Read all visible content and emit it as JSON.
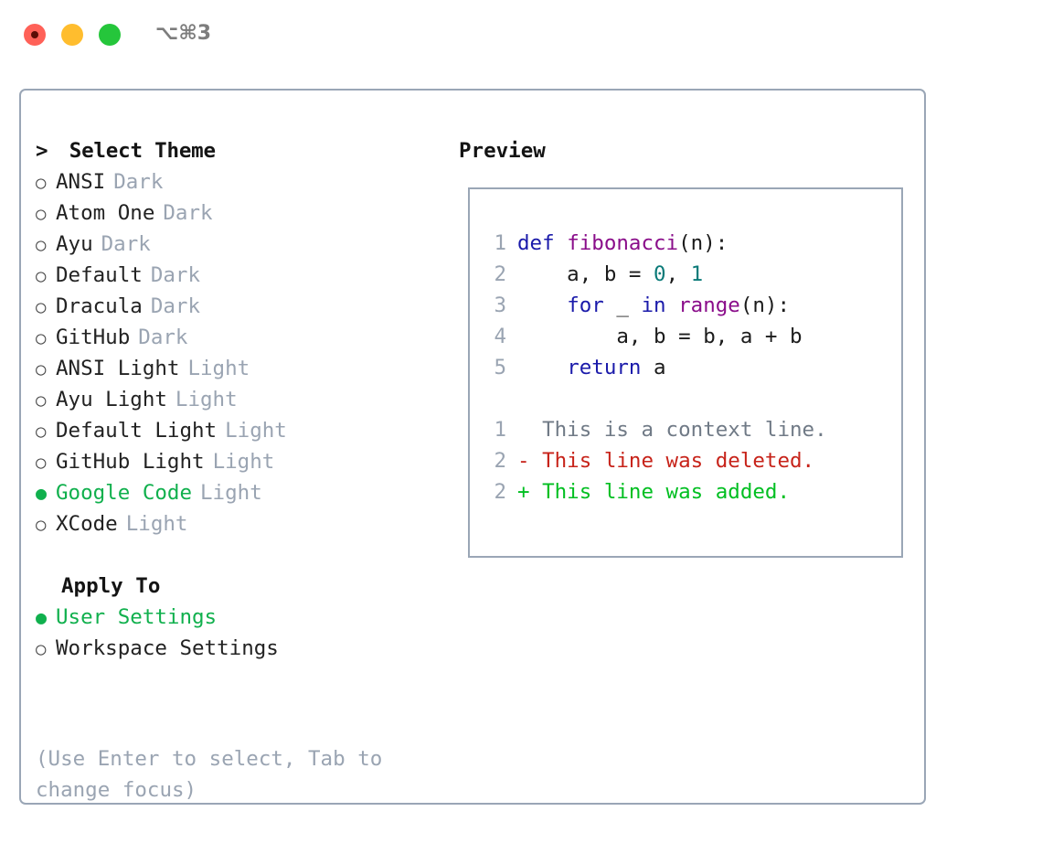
{
  "window": {
    "traffic_lights": [
      "close-red",
      "minimize-yellow",
      "maximize-green"
    ],
    "shortcut_label": "⌥⌘3"
  },
  "colors": {
    "accent_green": "#10b04d",
    "muted_gray": "#9aa4b2",
    "border": "#9aa6b6",
    "text": "#222222",
    "keyword_blue": "#1a1aaa",
    "function_purple": "#8a0d8a",
    "number_teal": "#0a7a78",
    "diff_deleted_red": "#c7231a",
    "diff_added_green": "#00bf21"
  },
  "theme_panel": {
    "caret": ">",
    "title": "Select Theme",
    "bullet_unselected": "○",
    "bullet_selected": "●",
    "items": [
      {
        "name": "ANSI",
        "tag": "Dark",
        "selected": false
      },
      {
        "name": "Atom One",
        "tag": "Dark",
        "selected": false
      },
      {
        "name": "Ayu",
        "tag": "Dark",
        "selected": false
      },
      {
        "name": "Default",
        "tag": "Dark",
        "selected": false
      },
      {
        "name": "Dracula",
        "tag": "Dark",
        "selected": false
      },
      {
        "name": "GitHub",
        "tag": "Dark",
        "selected": false
      },
      {
        "name": "ANSI Light",
        "tag": "Light",
        "selected": false
      },
      {
        "name": "Ayu Light",
        "tag": "Light",
        "selected": false
      },
      {
        "name": "Default Light",
        "tag": "Light",
        "selected": false
      },
      {
        "name": "GitHub Light",
        "tag": "Light",
        "selected": false
      },
      {
        "name": "Google Code",
        "tag": "Light",
        "selected": true
      },
      {
        "name": "XCode",
        "tag": "Light",
        "selected": false
      }
    ]
  },
  "apply_to": {
    "title": "Apply To",
    "options": [
      {
        "name": "User Settings",
        "selected": true
      },
      {
        "name": "Workspace Settings",
        "selected": false
      }
    ]
  },
  "hint": "(Use Enter to select, Tab to change focus)",
  "preview": {
    "title": "Preview",
    "code_lines": [
      {
        "num": "1",
        "tokens": [
          {
            "t": "def ",
            "c": "kw"
          },
          {
            "t": "fibonacci",
            "c": "fn"
          },
          {
            "t": "(n):",
            "c": "plain"
          }
        ]
      },
      {
        "num": "2",
        "tokens": [
          {
            "t": "    a, b = ",
            "c": "plain"
          },
          {
            "t": "0",
            "c": "num"
          },
          {
            "t": ", ",
            "c": "plain"
          },
          {
            "t": "1",
            "c": "num"
          }
        ]
      },
      {
        "num": "3",
        "tokens": [
          {
            "t": "    ",
            "c": "plain"
          },
          {
            "t": "for",
            "c": "kw"
          },
          {
            "t": " _ ",
            "c": "plain"
          },
          {
            "t": "in",
            "c": "kw"
          },
          {
            "t": " ",
            "c": "plain"
          },
          {
            "t": "range",
            "c": "fn"
          },
          {
            "t": "(n):",
            "c": "plain"
          }
        ]
      },
      {
        "num": "4",
        "tokens": [
          {
            "t": "        a, b = b, a + b",
            "c": "plain"
          }
        ]
      },
      {
        "num": "5",
        "tokens": [
          {
            "t": "    ",
            "c": "plain"
          },
          {
            "t": "return",
            "c": "kw"
          },
          {
            "t": " a",
            "c": "plain"
          }
        ]
      }
    ],
    "diff_lines": [
      {
        "num": "1",
        "marker": " ",
        "text": " This is a context line.",
        "kind": "ctx"
      },
      {
        "num": "2",
        "marker": "-",
        "text": " This line was deleted.",
        "kind": "del"
      },
      {
        "num": "2",
        "marker": "+",
        "text": " This line was added.",
        "kind": "add"
      }
    ]
  }
}
